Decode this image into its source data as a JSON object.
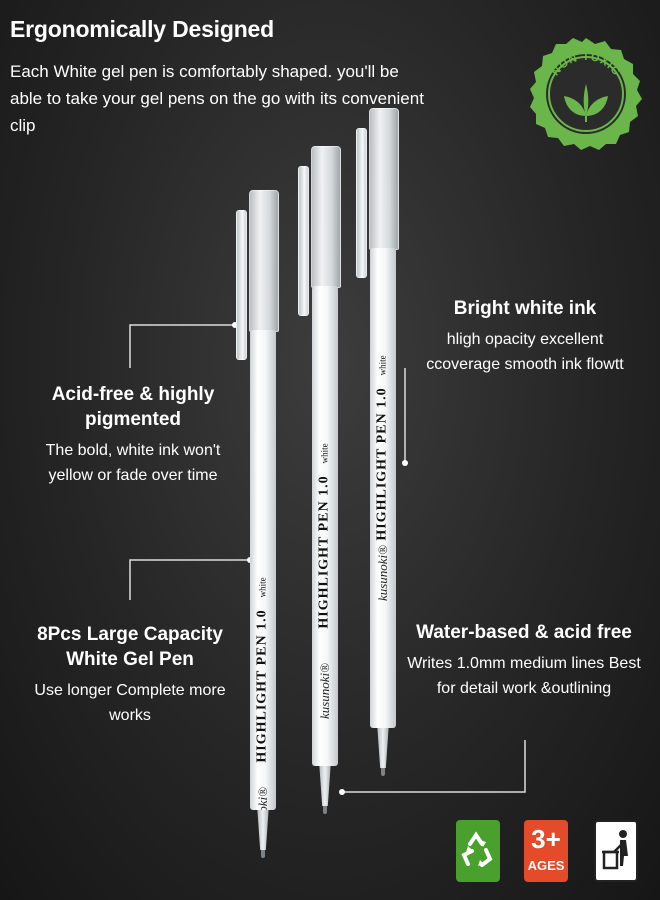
{
  "header": {
    "title": "Ergonomically Designed",
    "description": "Each White gel pen is comfortably shaped. you'll be able to take your gel pens on the go with its convenient clip"
  },
  "badge": {
    "text": "NON TOXIC",
    "icon": "leaf-icon",
    "color": "#6ab64a"
  },
  "features": {
    "acid_free": {
      "heading": "Acid-free & highly pigmented",
      "description": "The bold, white ink won't yellow or fade over time"
    },
    "bright_ink": {
      "heading": "Bright white ink",
      "description": "hligh opacity excellent ccoverage smooth ink flowtt"
    },
    "capacity": {
      "heading": "8Pcs Large Capacity White Gel Pen",
      "description": "Use longer Complete more works"
    },
    "water_based": {
      "heading": "Water-based & acid free",
      "description": "Writes 1.0mm medium lines Best for detail work &outlining"
    }
  },
  "pen": {
    "label": "HIGHLIGHT PEN 1.0",
    "variant": "white",
    "brand": "kusunoki®"
  },
  "icons": {
    "recycle": {
      "icon": "recycle-icon",
      "color": "#4aa02c"
    },
    "age": {
      "number": "3+",
      "label": "AGES",
      "color": "#e34b2b"
    },
    "disposal": {
      "icon": "trash-bin-icon"
    }
  }
}
